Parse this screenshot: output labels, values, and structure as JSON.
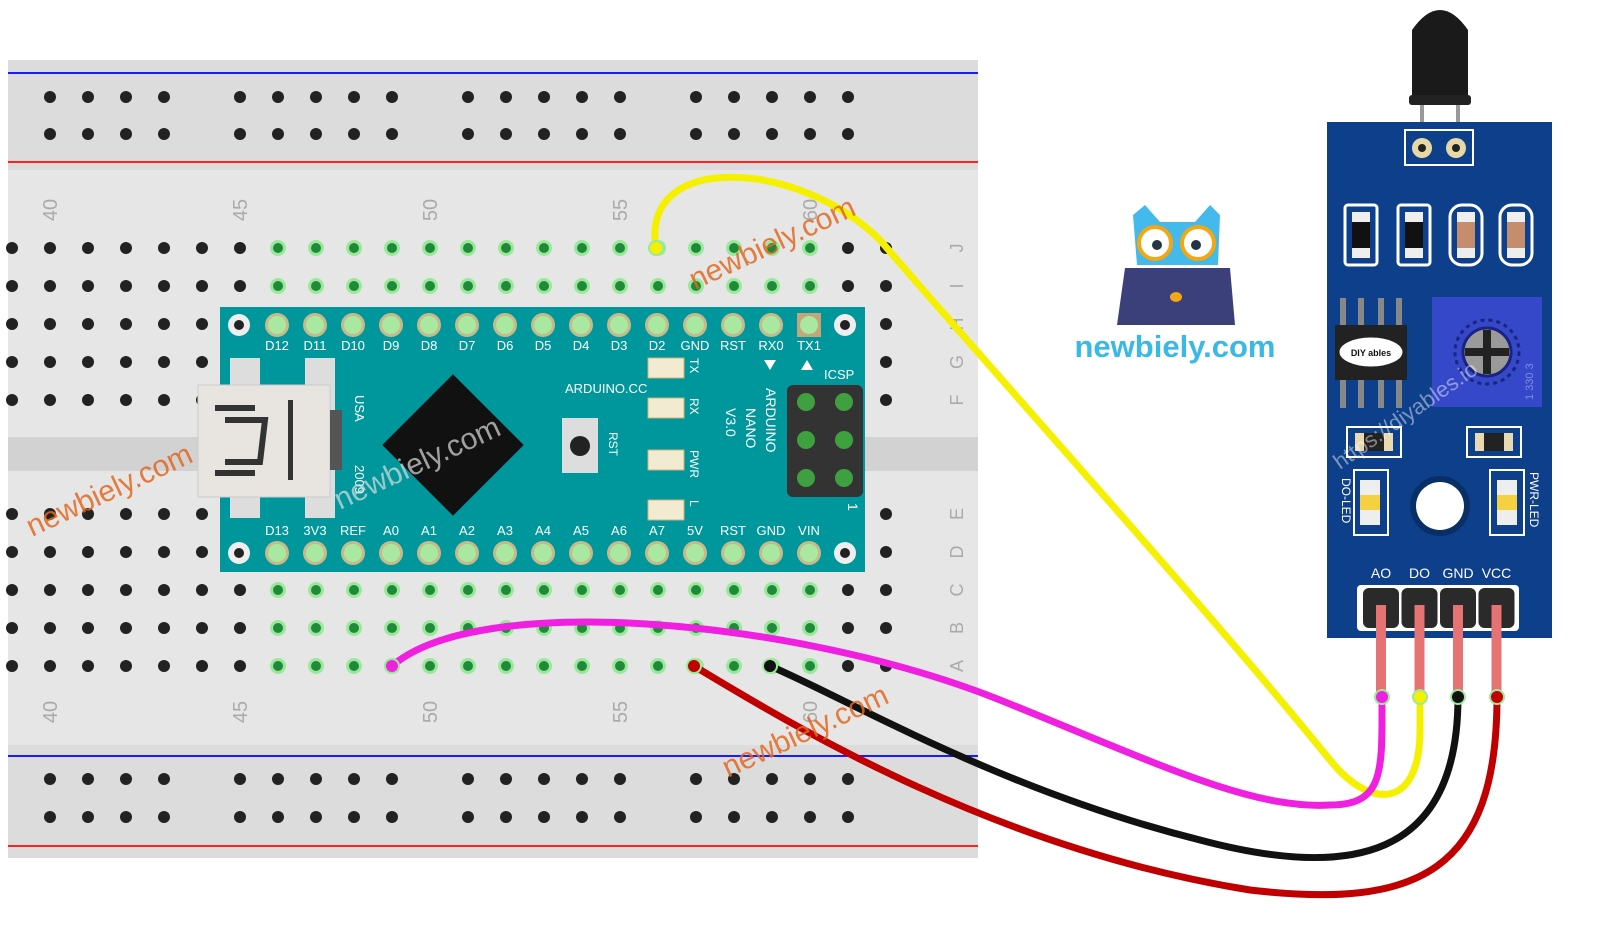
{
  "breadboard": {
    "column_numbers": [
      "40",
      "45",
      "50",
      "55",
      "60"
    ],
    "row_letters_top": [
      "J",
      "I",
      "H",
      "G",
      "F"
    ],
    "row_letters_bottom": [
      "E",
      "D",
      "C",
      "B",
      "A"
    ]
  },
  "arduino": {
    "top_pins": [
      "D12",
      "D11",
      "D10",
      "D9",
      "D8",
      "D7",
      "D6",
      "D5",
      "D4",
      "D3",
      "D2",
      "GND",
      "RST",
      "RX0",
      "TX1"
    ],
    "bottom_pins": [
      "D13",
      "3V3",
      "REF",
      "A0",
      "A1",
      "A2",
      "A3",
      "A4",
      "A5",
      "A6",
      "A7",
      "5V",
      "RST",
      "GND",
      "VIN"
    ],
    "brand": "ARDUINO.CC",
    "model_lines": [
      "ARDUINO",
      "NANO",
      "V3.0"
    ],
    "usa": "USA",
    "year": "2009",
    "rst_label": "RST",
    "led_labels": [
      "TX",
      "RX",
      "PWR",
      "L"
    ],
    "icsp": "ICSP",
    "icsp_pin1": "1"
  },
  "sensor": {
    "pins": [
      "AO",
      "DO",
      "GND",
      "VCC"
    ],
    "do_led": "DO-LED",
    "pwr_led": "PWR-LED",
    "chip_logo": "DIY ables",
    "pot_marking": "1 330 3",
    "watermark": "https://diyables.io"
  },
  "wires": [
    {
      "from": "D2",
      "to": "DO",
      "color": "#f5f000"
    },
    {
      "from": "A0",
      "to": "AO",
      "color": "#f020e0"
    },
    {
      "from": "GND",
      "to": "GND",
      "color": "#111111"
    },
    {
      "from": "5V",
      "to": "VCC",
      "color": "#c00000"
    }
  ],
  "logo": {
    "text": "newbiely.com",
    "color": "#3ab8e6"
  },
  "watermarks": [
    "newbiely.com",
    "newbiely.com",
    "newbiely.com",
    "newbiely.com"
  ],
  "colors": {
    "arduino": "#00979c",
    "sensor": "#0d3f8a",
    "breadboard": "#e6e6e6",
    "watermark": "#e0671f"
  }
}
